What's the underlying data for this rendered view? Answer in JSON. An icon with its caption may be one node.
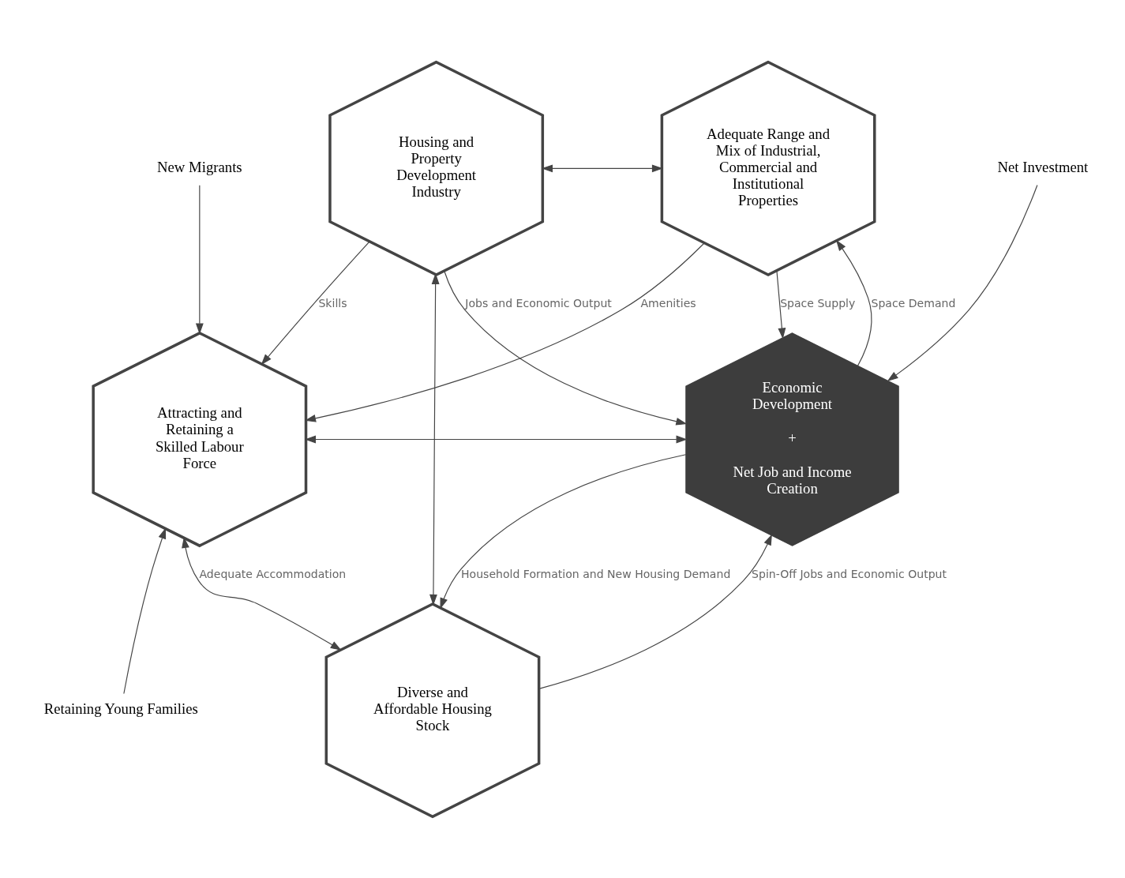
{
  "diagram": {
    "nodes": [
      {
        "text": [
          "Housing and Property Development Industry"
        ]
      },
      {
        "text": [
          "Adequate Range and Mix of Industrial, Commercial and Institutional Properties"
        ]
      },
      {
        "text": [
          "New Migrants"
        ]
      },
      {
        "text": [
          "Net Investment"
        ]
      },
      {
        "text": [
          "Attracting and Retaining a Skilled Labour Force"
        ]
      },
      {
        "text": [
          "Economic Development",
          "+",
          "Net Job and Income Creation"
        ]
      },
      {
        "text": [
          "Diverse and Affordable Housing Stock"
        ]
      },
      {
        "text": [
          "Retaining Young Families"
        ]
      }
    ],
    "edges": [
      {
        "from": 0,
        "to": 1,
        "arrow": "both"
      },
      {
        "from": 2,
        "to": 4,
        "arrow": "to"
      },
      {
        "from": 0,
        "to": 4,
        "arrow": "to",
        "label": "Skills"
      },
      {
        "from": 5,
        "to": 1,
        "arrow": "to",
        "label": "Space Demand"
      },
      {
        "from": 1,
        "to": 5,
        "arrow": "to",
        "label": "Space Supply"
      },
      {
        "from": 3,
        "to": 5,
        "arrow": "to"
      },
      {
        "from": 1,
        "to": 4,
        "arrow": "to",
        "label": "Amenities"
      },
      {
        "from": 0,
        "to": 5,
        "arrow": "to",
        "label": "Jobs and Economic Output"
      },
      {
        "from": 4,
        "to": 5,
        "arrow": "both"
      },
      {
        "from": 0,
        "to": 6,
        "arrow": "both"
      },
      {
        "from": 4,
        "to": 6,
        "arrow": "both",
        "label": "Adequate Accommodation"
      },
      {
        "from": 6,
        "to": 5,
        "arrow": "to",
        "label": "Spin-Off Jobs and Economic Output"
      },
      {
        "from": 5,
        "to": 6,
        "arrow": "to",
        "label": "Household Formation and New Housing Demand"
      },
      {
        "from": 7,
        "to": 4,
        "arrow": "to"
      }
    ]
  }
}
